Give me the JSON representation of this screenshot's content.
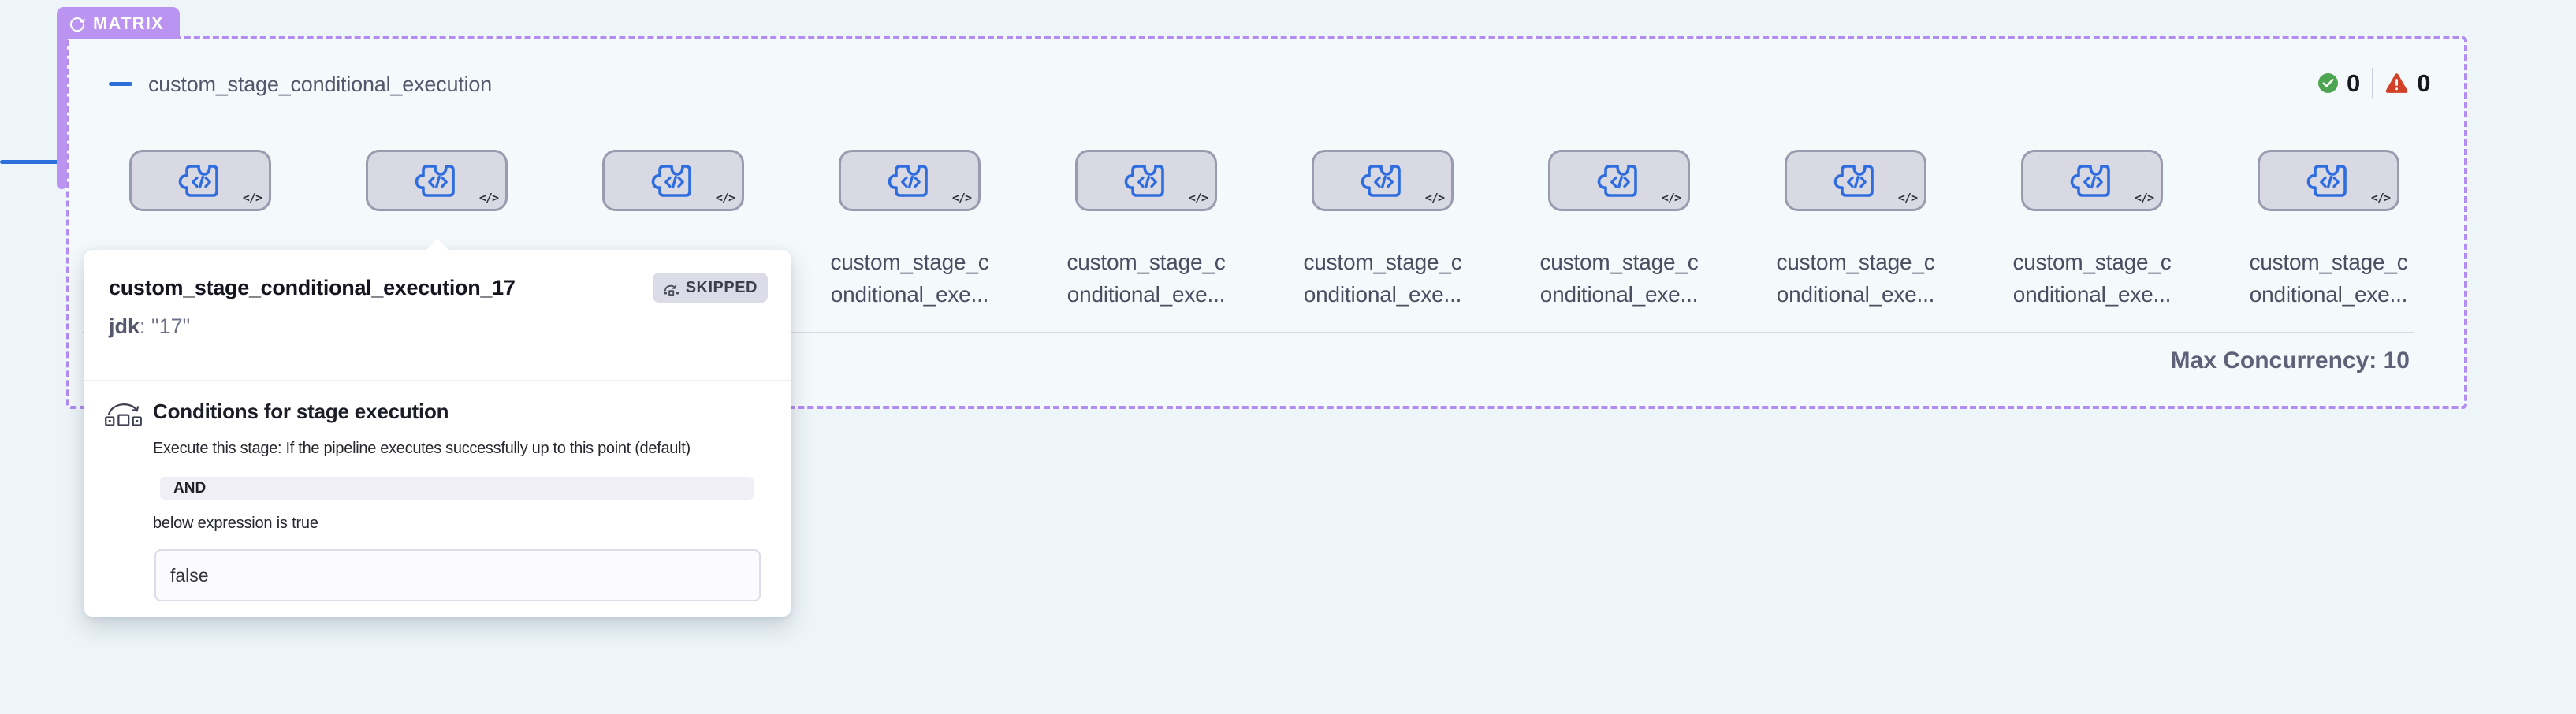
{
  "matrix": {
    "badge_label": "MATRIX",
    "title": "custom_stage_conditional_execution",
    "success_count": "0",
    "failed_count": "0",
    "stage_count": 10,
    "labels_hidden_count": 2,
    "stage_label_line1": "custom_stage_c",
    "stage_label_line2": "onditional_exe...",
    "stage_corner_glyph": "</>",
    "max_concurrency": "Max Concurrency: 10"
  },
  "popover": {
    "title": "custom_stage_conditional_execution_17",
    "status": "SKIPPED",
    "jdk_key": "jdk",
    "jdk_value": ": \"17\"",
    "conditions": {
      "heading": "Conditions for stage execution",
      "line1": "Execute this stage: If the pipeline executes successfully up to this point (default)",
      "operator": "AND",
      "line2": "below expression is true",
      "expression": "false"
    }
  },
  "colors": {
    "background": "#edf5f9",
    "matrix_purple": "#bb93f1",
    "dashed_border": "#b18cf2",
    "connector_blue": "#2b6fdd",
    "card_fill": "#d9d9e3",
    "card_border": "#9b9bb0",
    "stage_icon_blue": "#2e6ce0",
    "success_green": "#4da551",
    "fail_red": "#d24127"
  }
}
